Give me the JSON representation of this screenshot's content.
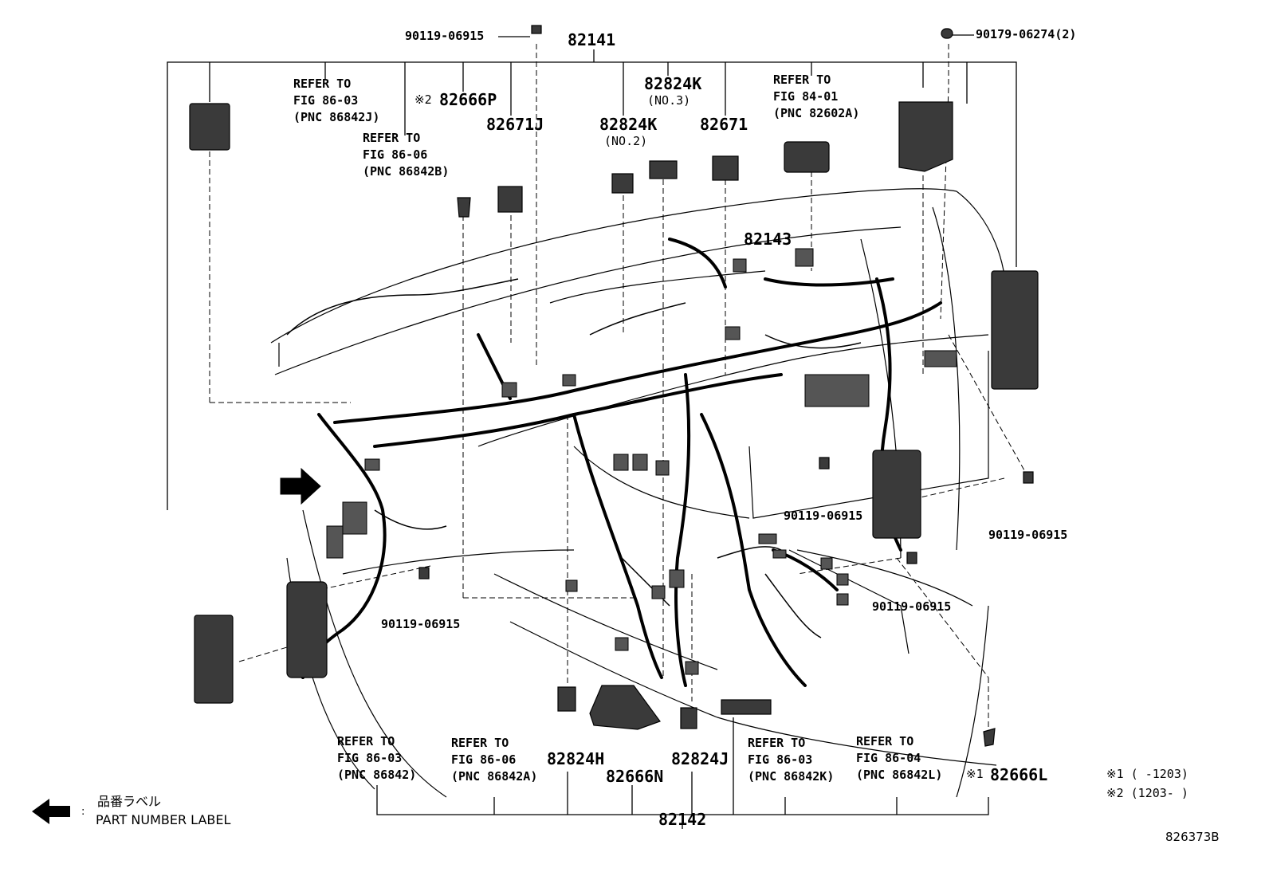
{
  "figure": {
    "id": "826373B"
  },
  "labels": {
    "pn_82141": "82141",
    "pn_82142": "82142",
    "pn_82143": "82143",
    "pn_82666P": "82666P",
    "mark_2": "※2",
    "pn_82671J": "82671J",
    "pn_82824K_a": "82824K",
    "sub_no3": "(NO.3)",
    "pn_82824K_b": "82824K",
    "sub_no2": "(NO.2)",
    "pn_82671": "82671",
    "pn_82824H": "82824H",
    "pn_82666N": "82666N",
    "pn_82824J": "82824J",
    "pn_82666L": "82666L",
    "mark_1": "※1",
    "bolt_top": "90119-06915",
    "clip_top_right": "90179-06274(2)",
    "bolt_right": "90119-06915",
    "bolt_center": "90119-06915",
    "bolt_lower_right": "90119-06915",
    "bolt_lower_left": "90119-06915"
  },
  "refs": {
    "r1": [
      "REFER TO",
      "FIG 86-03",
      "(PNC 86842J)"
    ],
    "r2": [
      "REFER TO",
      "FIG 86-06",
      "(PNC 86842B)"
    ],
    "r3": [
      "REFER TO",
      "FIG 84-01",
      "(PNC 82602A)"
    ],
    "r4": [
      "REFER TO",
      "FIG 86-03",
      "(PNC 86842)"
    ],
    "r5": [
      "REFER TO",
      "FIG 86-06",
      "(PNC 86842A)"
    ],
    "r6": [
      "REFER TO",
      "FIG 86-03",
      "(PNC 86842K)"
    ],
    "r7": [
      "REFER TO",
      "FIG 86-04",
      "(PNC 86842L)"
    ]
  },
  "notes": {
    "n1": "※1 (    -1203)",
    "n2": "※2 (1203-    )"
  },
  "legend": {
    "icon": "arrow-left-icon",
    "jp": "品番ラベル",
    "dot": ":",
    "en": "PART NUMBER LABEL"
  }
}
